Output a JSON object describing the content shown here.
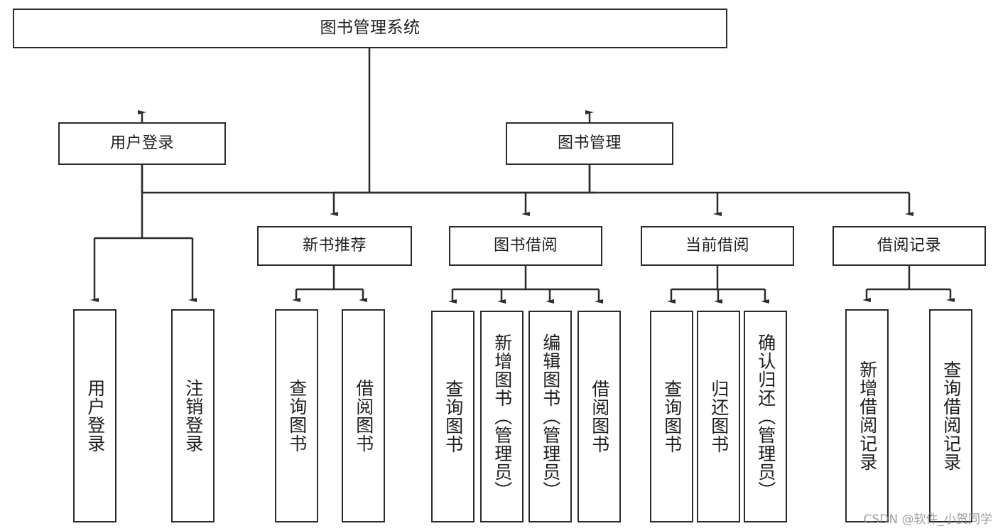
{
  "diagram": {
    "type": "tree-hierarchy",
    "title": "图书管理系统",
    "watermark": "CSDN @软件_小贺同学",
    "colors": {
      "background": "#ffffff",
      "stroke": "#2b2b2b",
      "text": "#1d1d1d",
      "watermark": "#8f8f8f"
    },
    "levels": {
      "root": [
        "图书管理系统"
      ],
      "level2": [
        "用户登录",
        "图书管理"
      ],
      "level3": [
        "新书推荐",
        "图书借阅",
        "当前借阅",
        "借阅记录"
      ],
      "leaves": [
        "用户登录",
        "注销登录",
        "查询图书",
        "借阅图书",
        "查询图书",
        "新增图书（管理员）",
        "编辑图书（管理员）",
        "借阅图书",
        "查询图书",
        "归还图书",
        "确认归还（管理员）",
        "新增借阅记录",
        "查询借阅记录"
      ]
    },
    "nodes": {
      "root": {
        "label": "图书管理系统"
      },
      "user_login": {
        "label": "用户登录"
      },
      "book_manage": {
        "label": "图书管理"
      },
      "new_book_rec": {
        "label": "新书推荐"
      },
      "book_borrow": {
        "label": "图书借阅"
      },
      "current_borrow": {
        "label": "当前借阅"
      },
      "borrow_record": {
        "label": "借阅记录"
      },
      "leaf_user_login": {
        "label": "用户登录"
      },
      "leaf_logout": {
        "label": "注销登录"
      },
      "leaf_query_book_1": {
        "label": "查询图书"
      },
      "leaf_borrow_book_1": {
        "label": "借阅图书"
      },
      "leaf_query_book_2": {
        "label": "查询图书"
      },
      "leaf_add_book": {
        "label": "新增图书（管理员）"
      },
      "leaf_edit_book": {
        "label": "编辑图书（管理员）"
      },
      "leaf_borrow_book_2": {
        "label": "借阅图书"
      },
      "leaf_query_book_3": {
        "label": "查询图书"
      },
      "leaf_return_book": {
        "label": "归还图书"
      },
      "leaf_confirm_return": {
        "label": "确认归还（管理员）"
      },
      "leaf_add_record": {
        "label": "新增借阅记录"
      },
      "leaf_query_record": {
        "label": "查询借阅记录"
      }
    }
  }
}
